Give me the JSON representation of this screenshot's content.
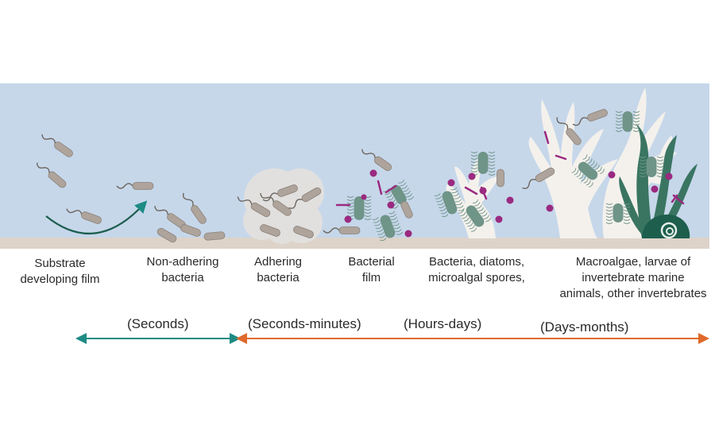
{
  "colors": {
    "water": "#c6d7ea",
    "sediment": "#ddd3c9",
    "bacteria": "#aea49c",
    "bacteria_outline": "#8c8178",
    "flagella": "#6e6660",
    "biofilm": "#6f9488",
    "eps_cloud": "#e3e1df",
    "purple": "#9a2a80",
    "coral": "#f4f1ec",
    "seaweed": "#3a7562",
    "snail": "#1e5e4d",
    "teal_arrow": "#1d8b84",
    "orange_arrow": "#e0692b"
  },
  "stages": [
    {
      "lines": [
        "Substrate",
        "developing film"
      ]
    },
    {
      "lines": [
        "Non-adhering",
        "bacteria"
      ]
    },
    {
      "lines": [
        "Adhering",
        "bacteria"
      ]
    },
    {
      "lines": [
        "Bacterial",
        "film"
      ]
    },
    {
      "lines": [
        "Bacteria, diatoms,",
        "microalgal spores,"
      ]
    },
    {
      "lines": [
        "Macroalgae, larvae of",
        "invertebrate marine",
        "animals, other invertebrates"
      ]
    }
  ],
  "timeline": {
    "seconds": "(Seconds)",
    "seconds_minutes": "(Seconds-minutes)",
    "hours_days": "(Hours-days)",
    "days_months": "(Days-months)"
  }
}
